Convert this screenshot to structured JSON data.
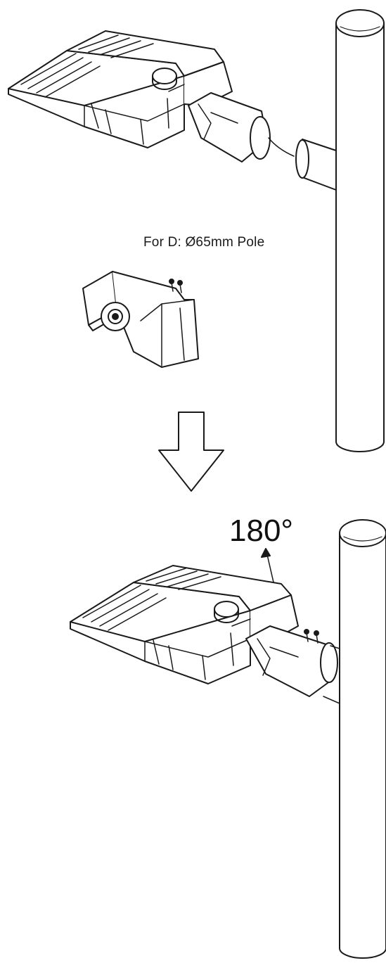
{
  "labels": {
    "pole_note": "For D: Ø65mm Pole",
    "rotation_angle": "180°"
  },
  "colors": {
    "line": "#1a1a1a",
    "background": "#ffffff"
  },
  "icons": {
    "top_fixture": "led-area-light-fixture",
    "mount": "slip-fitter-mount",
    "arrow": "down-arrow",
    "poles": "round-pole"
  }
}
